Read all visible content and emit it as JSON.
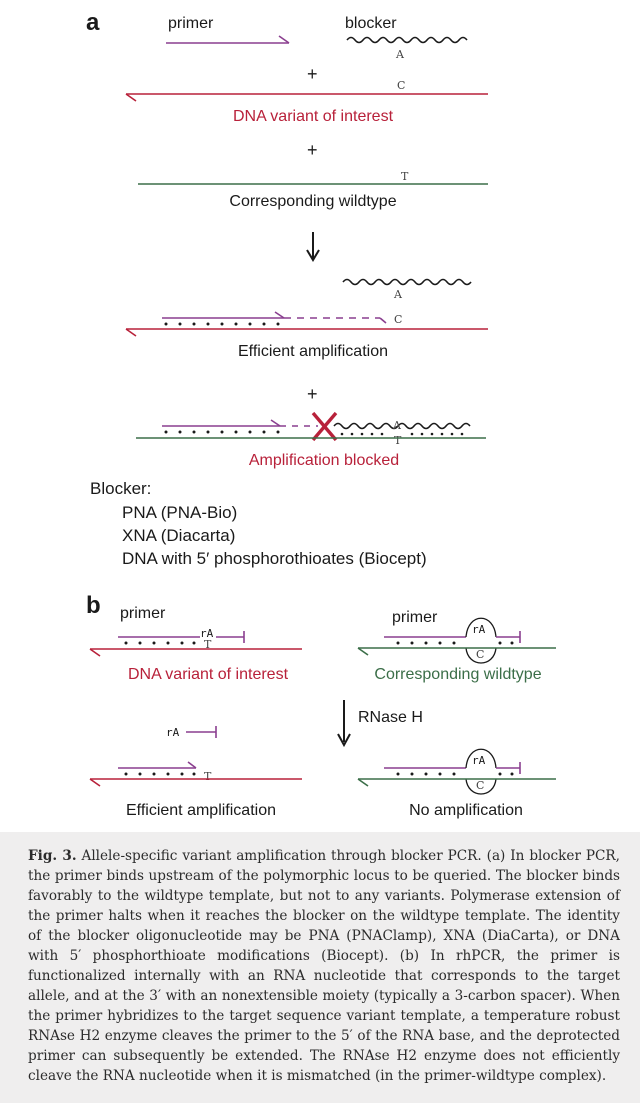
{
  "panel_a": {
    "letter": "a",
    "primer_label": "primer",
    "blocker_label": "blocker",
    "plus": "+",
    "variant_label": "DNA variant of interest",
    "wildtype_label": "Corresponding wildtype",
    "efficient_label": "Efficient amplification",
    "blocked_label": "Amplification blocked",
    "base_A": "A",
    "base_C": "C",
    "base_T": "T",
    "blocker_list_title": "Blocker:",
    "blocker_list": [
      "PNA (PNA-Bio)",
      "XNA (Diacarta)",
      "DNA with 5′ phosphorothioates (Biocept)"
    ]
  },
  "panel_b": {
    "letter": "b",
    "primer_label": "primer",
    "primer_label_right": "primer",
    "variant_label": "DNA variant of interest",
    "wildtype_label": "Corresponding wildtype",
    "rnase_label": "RNase H",
    "efficient_label": "Efficient amplification",
    "no_amp_label": "No amplification",
    "rA": "rA",
    "base_T": "T",
    "base_C": "C"
  },
  "caption": {
    "fig_label": "Fig. 3.",
    "text": "Allele-specific variant amplification through blocker PCR. (a) In blocker PCR, the primer binds upstream of the polymorphic locus to be queried. The blocker binds favorably to the wildtype template, but not to any variants. Polymerase extension of the primer halts when it reaches the blocker on the wildtype template. The identity of the blocker oligonucleotide may be PNA (PNAClamp), XNA (DiaCarta), or DNA with 5′ phosphorthioate modifications (Biocept). (b) In rhPCR, the primer is functionalized internally with an RNA nucleotide that corresponds to the target allele, and at the 3′ with an nonextensible moiety (typically a 3-carbon spacer). When the primer hybridizes to the target sequence variant template, a temperature robust RNAse H2 enzyme cleaves the primer to the 5′ of the RNA base, and the deprotected primer can subsequently be extended. The RNAse H2 enzyme does not efficiently cleave the RNA nucleotide when it is mismatched (in the primer-wildtype complex)."
  },
  "colors": {
    "red": "#b8213a",
    "green": "#3b6e48",
    "purple": "#8a3f8f",
    "black": "#1a1a1a",
    "caption_bg": "#efeeee"
  }
}
